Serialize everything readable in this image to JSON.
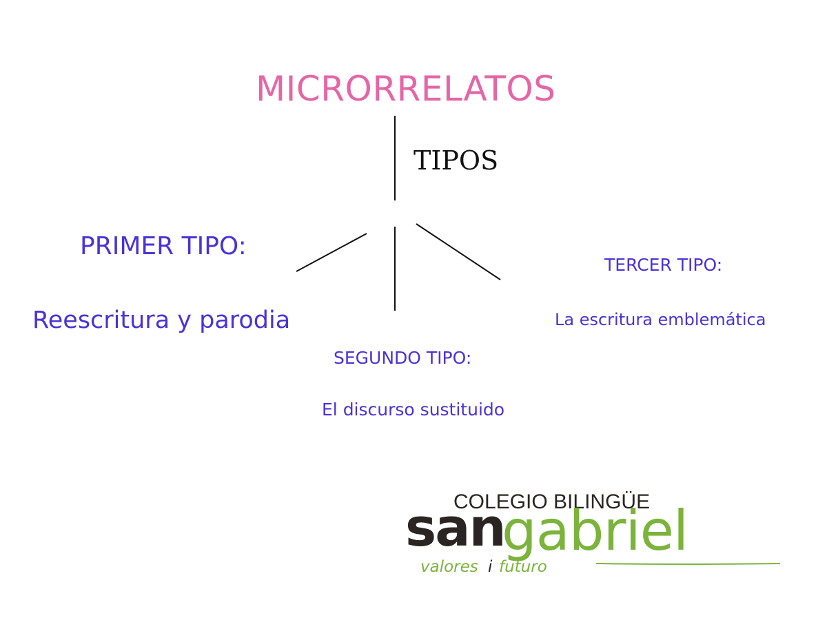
{
  "colors": {
    "title": "#e466a6",
    "accent": "#4a33d6",
    "text": "#111111",
    "logo_dark": "#2a2522",
    "logo_green": "#7bb33b"
  },
  "diagram": {
    "title": "MICRORRELATOS",
    "subtitle": "TIPOS",
    "types": [
      {
        "heading": "PRIMER TIPO:",
        "description": "Reescritura y parodia"
      },
      {
        "heading": "SEGUNDO TIPO:",
        "description": "El discurso sustituido"
      },
      {
        "heading": "TERCER TIPO:",
        "description": "La escritura emblemática"
      }
    ]
  },
  "logo": {
    "school": "COLEGIO BILINGÜE",
    "name_part1": "san",
    "name_part2": "gabriel",
    "tagline_part1": "valores",
    "tagline_connector": "i",
    "tagline_part2": "futuro"
  }
}
